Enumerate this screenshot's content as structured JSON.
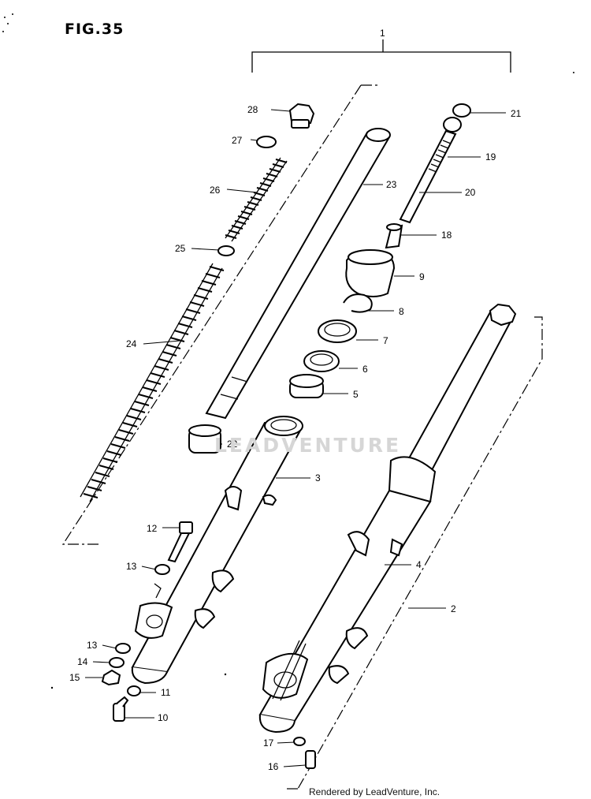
{
  "figure_title": "FIG.35",
  "watermark": "LEADVENTURE",
  "credit": "Rendered by LeadVenture, Inc.",
  "callouts": {
    "c1": "1",
    "c2": "2",
    "c3": "3",
    "c4": "4",
    "c5": "5",
    "c6": "6",
    "c7": "7",
    "c8": "8",
    "c9": "9",
    "c10": "10",
    "c11": "11",
    "c12": "12",
    "c13a": "13",
    "c13b": "13",
    "c14": "14",
    "c15": "15",
    "c16": "16",
    "c17": "17",
    "c18": "18",
    "c19": "19",
    "c20": "20",
    "c21": "21",
    "c22": "22",
    "c23": "23",
    "c24": "24",
    "c25": "25",
    "c26": "26",
    "c27": "27",
    "c28": "28"
  }
}
